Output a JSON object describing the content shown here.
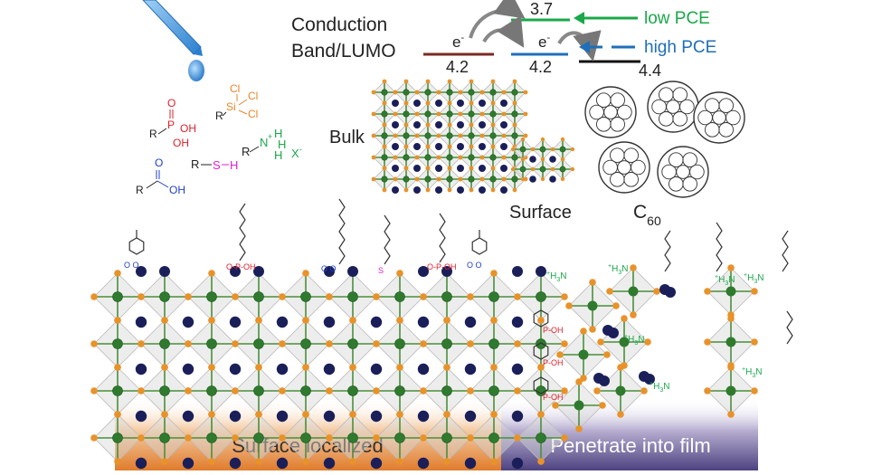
{
  "energy": {
    "conduction_line1": "Conduction",
    "conduction_line2": "Band/LUMO",
    "electron": "e",
    "electron_sup": "-",
    "level_bulk": "4.2",
    "level_surface": "4.2",
    "level_c60": "4.4",
    "level_top": "3.7",
    "low_pce": "low PCE",
    "high_pce": "high PCE",
    "colors": {
      "low": "#1aa84a",
      "high": "#1f6fb8",
      "bulk_line": "#7a2a22",
      "c60_line": "#111111"
    }
  },
  "molecules": {
    "chlorosilane": {
      "cl": "Cl",
      "si": "Si",
      "r": "R"
    },
    "phosphonic": {
      "p": "P",
      "o": "O",
      "oh": "OH",
      "r": "R"
    },
    "ammonium": {
      "n": "N",
      "h": "H",
      "x": "X",
      "r": "R"
    },
    "thiol": {
      "r": "R",
      "s": "S",
      "h": "H"
    },
    "carboxylic": {
      "o": "O",
      "oh": "OH",
      "r": "R"
    }
  },
  "labels": {
    "bulk": "Bulk",
    "surface": "Surface",
    "c60_main": "C",
    "c60_sub": "60",
    "surface_localized": "Surface localized",
    "penetrate": "Penetrate into film",
    "nh3": "H",
    "nh3_sub": "3",
    "nh3_n": "N"
  },
  "bands": {
    "left_color": "#e98a3c",
    "right_color": "#5b4f86"
  }
}
